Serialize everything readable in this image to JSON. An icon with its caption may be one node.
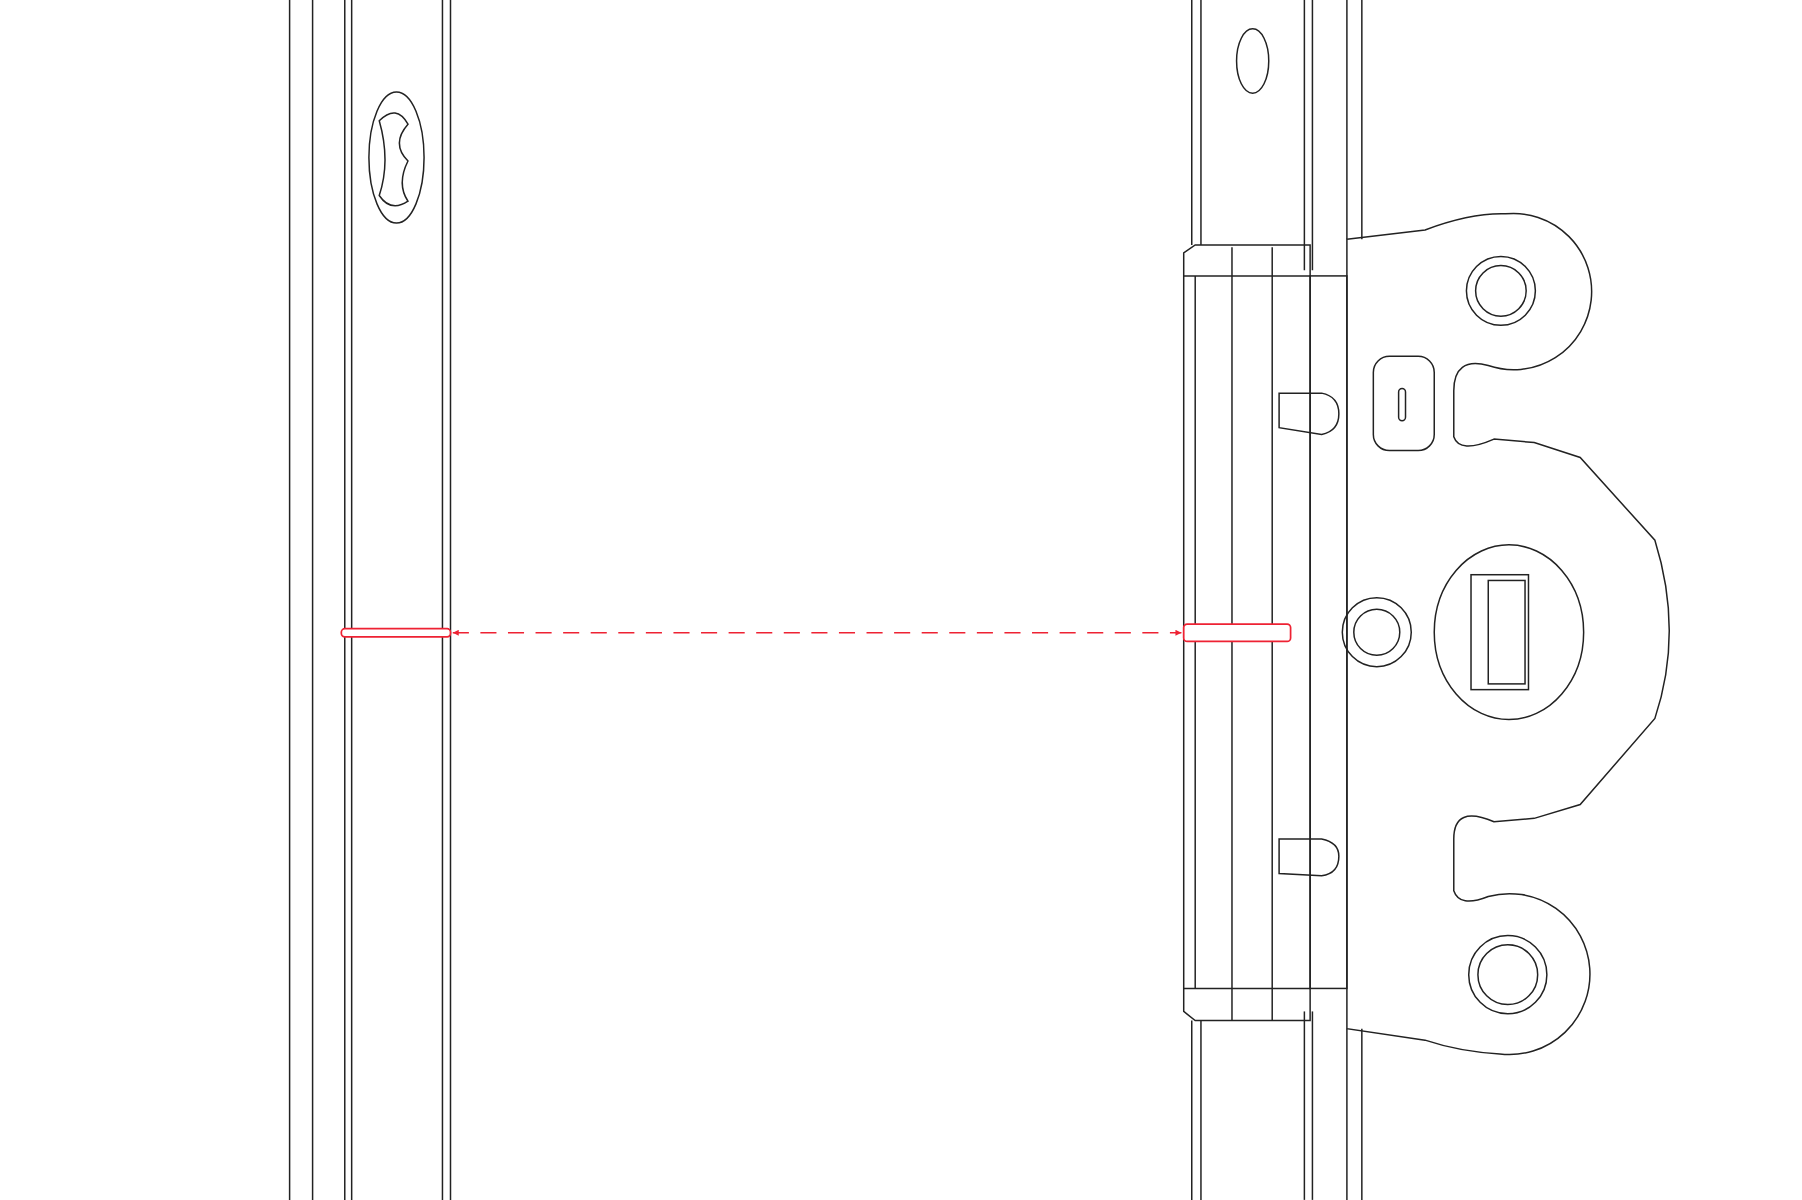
{
  "diagram": {
    "nodes": [
      {
        "text": [],
        "shape": "bar"
      },
      {
        "text": [],
        "shape": "bar"
      }
    ],
    "edges": [
      {
        "from": 0,
        "to": 1,
        "arrow": "both",
        "style": "dashed"
      }
    ]
  }
}
